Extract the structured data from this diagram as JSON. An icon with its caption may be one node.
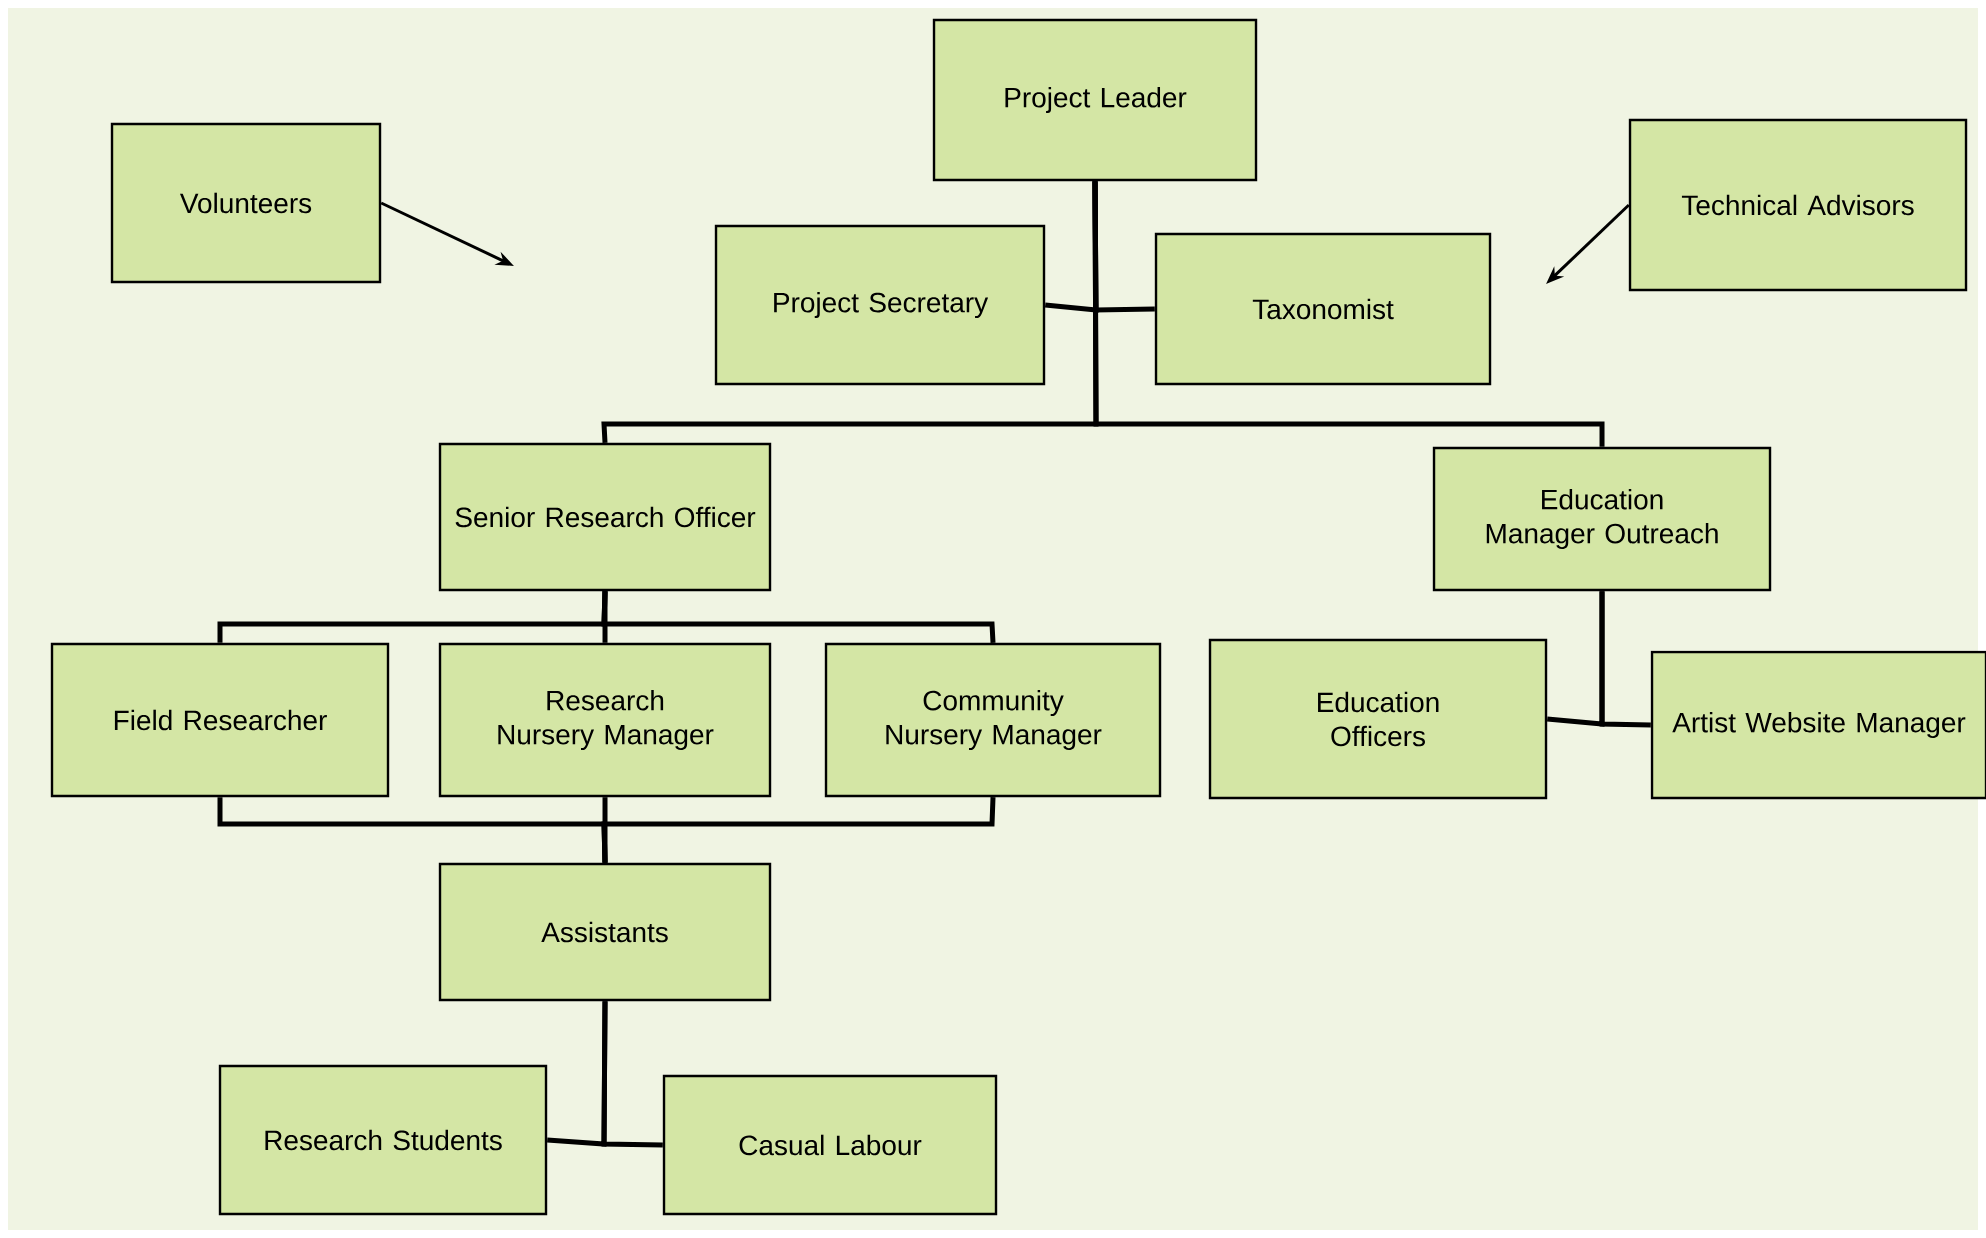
{
  "diagram": {
    "nodes": [
      {
        "text": [
          "Project Leader"
        ]
      },
      {
        "text": [
          "Volunteers"
        ]
      },
      {
        "text": [
          "Technical Advisors"
        ]
      },
      {
        "text": [
          "Project Secretary"
        ]
      },
      {
        "text": [
          "Taxonomist"
        ]
      },
      {
        "text": [
          "Senior Research Officer"
        ]
      },
      {
        "text": [
          "Education Manager Outreach"
        ]
      },
      {
        "text": [
          "Field Researcher"
        ]
      },
      {
        "text": [
          "Research Nursery Manager"
        ]
      },
      {
        "text": [
          "Community Nursery Manager"
        ]
      },
      {
        "text": [
          "Education Officers"
        ]
      },
      {
        "text": [
          "Artist Website Manager"
        ]
      },
      {
        "text": [
          "Assistants"
        ]
      },
      {
        "text": [
          "Research Students"
        ]
      },
      {
        "text": [
          "Casual Labour"
        ]
      }
    ],
    "edges": [
      {
        "from": 1,
        "to": null,
        "arrow": "to"
      },
      {
        "from": 2,
        "to": null,
        "arrow": "to"
      },
      {
        "from": 0,
        "to": 3,
        "arrow": "none"
      },
      {
        "from": 0,
        "to": 4,
        "arrow": "none"
      },
      {
        "from": 0,
        "to": 5,
        "arrow": "none"
      },
      {
        "from": 0,
        "to": 6,
        "arrow": "none"
      },
      {
        "from": 5,
        "to": 7,
        "arrow": "none"
      },
      {
        "from": 5,
        "to": 8,
        "arrow": "none"
      },
      {
        "from": 5,
        "to": 9,
        "arrow": "none"
      },
      {
        "from": 7,
        "to": 12,
        "arrow": "none"
      },
      {
        "from": 8,
        "to": 12,
        "arrow": "none"
      },
      {
        "from": 9,
        "to": 12,
        "arrow": "none"
      },
      {
        "from": 6,
        "to": 10,
        "arrow": "none"
      },
      {
        "from": 6,
        "to": 11,
        "arrow": "none"
      },
      {
        "from": 12,
        "to": 13,
        "arrow": "none"
      },
      {
        "from": 12,
        "to": 14,
        "arrow": "none"
      }
    ]
  }
}
